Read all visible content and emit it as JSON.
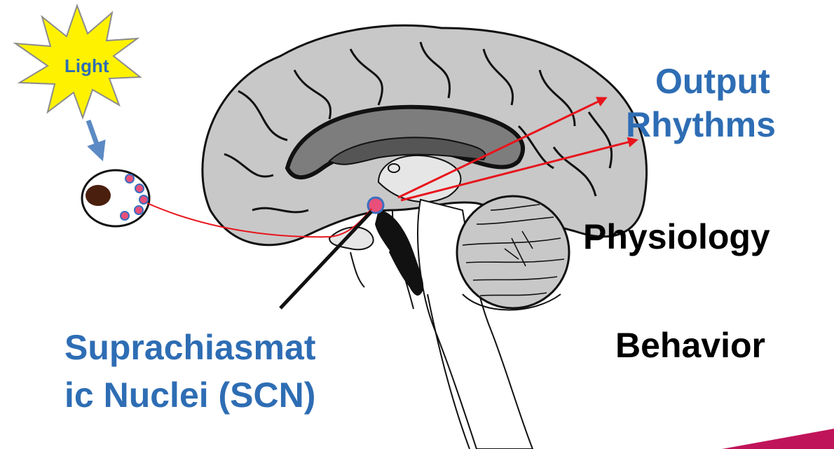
{
  "labels": {
    "light": "Light",
    "output_line1": "Output",
    "output_line2": "Rhythms",
    "physiology": "Physiology",
    "behavior": "Behavior",
    "scn_line1": "Suprachiasmat",
    "scn_line2": "ic Nuclei (SCN)"
  },
  "colors": {
    "label_blue": "#2e6db4",
    "arrow_red": "#e8141c",
    "starburst_fill": "#fff200",
    "brain_gray": "#c8c8c8",
    "accent_magenta": "#c0145a"
  },
  "icons": [
    "light-starburst-icon",
    "eye-icon",
    "brain-icon",
    "scn-dot-icon"
  ]
}
